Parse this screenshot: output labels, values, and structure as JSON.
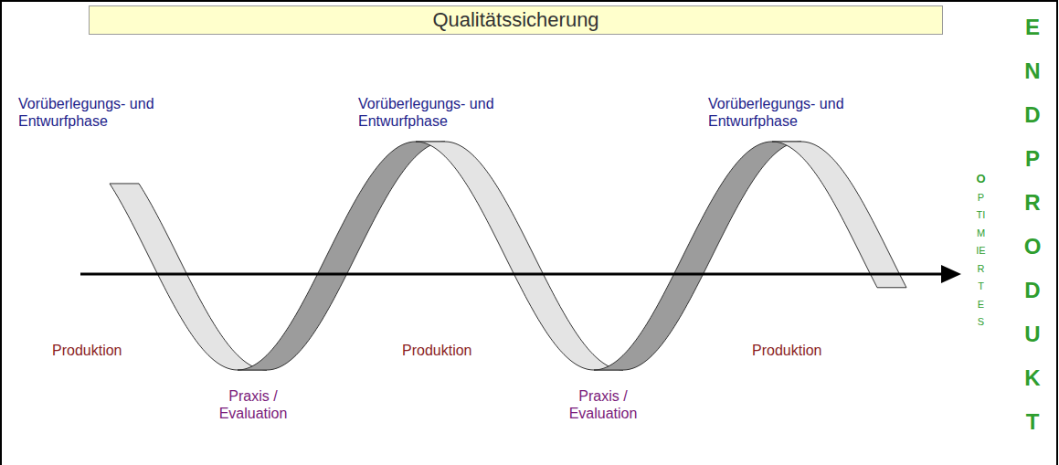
{
  "diagram": {
    "title": "Qualitätssicherung",
    "labels": [
      "Vorüberlegungs- und Entwurfphase",
      "Vorüberlegungs- und Entwurfphase",
      "Vorüberlegungs- und Entwurfphase",
      "OPTIMIERTES",
      "ENDPRODUKT",
      "Produktion",
      "Produktion",
      "Produktion",
      "Praxis / Evaluation",
      "Praxis / Evaluation"
    ]
  }
}
